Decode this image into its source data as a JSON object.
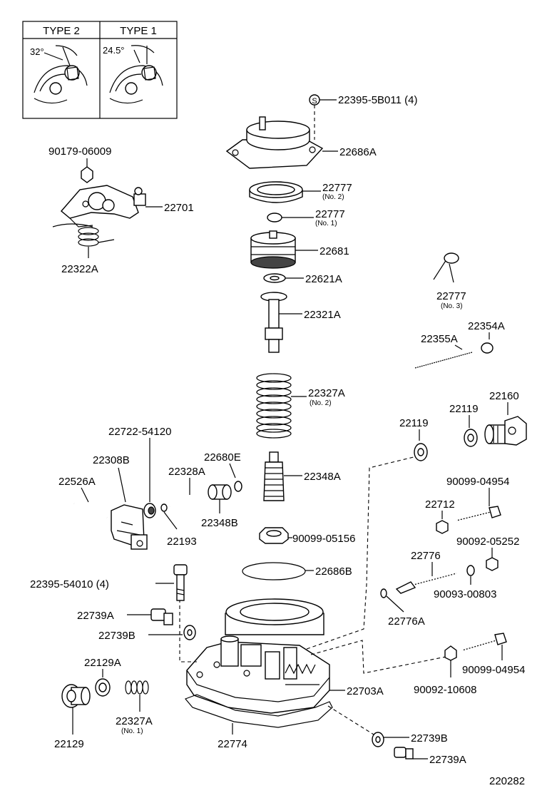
{
  "inset": {
    "type2": "TYPE 2",
    "type1": "TYPE 1",
    "angle2": "32°",
    "angle1": "24.5°"
  },
  "labels": {
    "p_22395_5B011": "22395-5B011 (4)",
    "p_22686A": "22686A",
    "p_22777_no2": "22777",
    "p_22777_no2_sub": "(No. 2)",
    "p_22777_no1": "22777",
    "p_22777_no1_sub": "(No. 1)",
    "p_22681": "22681",
    "p_22621A": "22621A",
    "p_22321A": "22321A",
    "p_22327A_no2": "22327A",
    "p_22327A_no2_sub": "(No. 2)",
    "p_22348A": "22348A",
    "p_90099_05156": "90099-05156",
    "p_22686B": "22686B",
    "p_22703A": "22703A",
    "p_22774": "22774",
    "p_22739B_r": "22739B",
    "p_22739A_r": "22739A",
    "p_90179_06009": "90179-06009",
    "p_22701": "22701",
    "p_22322A": "22322A",
    "p_22777_no3": "22777",
    "p_22777_no3_sub": "(No. 3)",
    "p_22354A": "22354A",
    "p_22355A": "22355A",
    "p_22160": "22160",
    "p_22119_a": "22119",
    "p_22119_b": "22119",
    "p_90099_04954_a": "90099-04954",
    "p_22712": "22712",
    "p_90092_05252": "90092-05252",
    "p_22776": "22776",
    "p_90093_00803": "90093-00803",
    "p_22776A": "22776A",
    "p_90099_04954_b": "90099-04954",
    "p_90092_10608": "90092-10608",
    "p_22722_54120": "22722-54120",
    "p_22308B": "22308B",
    "p_22680E": "22680E",
    "p_22328A": "22328A",
    "p_22526A": "22526A",
    "p_22348B": "22348B",
    "p_22193": "22193",
    "p_22395_54010": "22395-54010 (4)",
    "p_22739A_l": "22739A",
    "p_22739B_l": "22739B",
    "p_22129A": "22129A",
    "p_22129": "22129",
    "p_22327A_no1": "22327A",
    "p_22327A_no1_sub": "(No. 1)",
    "s_symbol": "S",
    "figure_number": "220282"
  }
}
